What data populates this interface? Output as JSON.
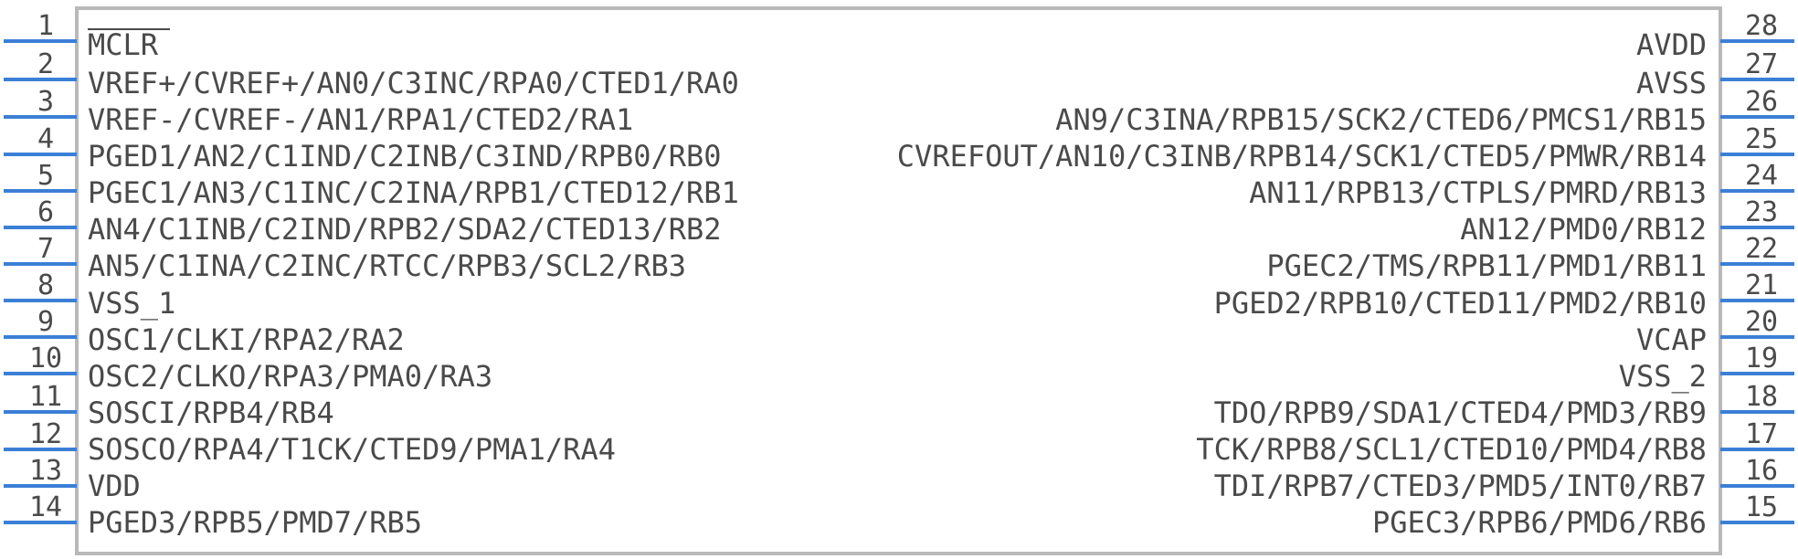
{
  "component": {
    "colors": {
      "pin": "#3b7fd6",
      "body_outline": "#b9b9b9",
      "text": "#4a4a4a",
      "background": "#ffffff"
    },
    "left_pins": [
      {
        "number": "1",
        "name": "MCLR",
        "overbar": true
      },
      {
        "number": "2",
        "name": "VREF+/CVREF+/AN0/C3INC/RPA0/CTED1/RA0"
      },
      {
        "number": "3",
        "name": "VREF-/CVREF-/AN1/RPA1/CTED2/RA1"
      },
      {
        "number": "4",
        "name": "PGED1/AN2/C1IND/C2INB/C3IND/RPB0/RB0"
      },
      {
        "number": "5",
        "name": "PGEC1/AN3/C1INC/C2INA/RPB1/CTED12/RB1"
      },
      {
        "number": "6",
        "name": "AN4/C1INB/C2IND/RPB2/SDA2/CTED13/RB2"
      },
      {
        "number": "7",
        "name": "AN5/C1INA/C2INC/RTCC/RPB3/SCL2/RB3"
      },
      {
        "number": "8",
        "name": "VSS_1"
      },
      {
        "number": "9",
        "name": "OSC1/CLKI/RPA2/RA2"
      },
      {
        "number": "10",
        "name": "OSC2/CLKO/RPA3/PMA0/RA3"
      },
      {
        "number": "11",
        "name": "SOSCI/RPB4/RB4"
      },
      {
        "number": "12",
        "name": "SOSCO/RPA4/T1CK/CTED9/PMA1/RA4"
      },
      {
        "number": "13",
        "name": "VDD"
      },
      {
        "number": "14",
        "name": "PGED3/RPB5/PMD7/RB5"
      }
    ],
    "right_pins": [
      {
        "number": "28",
        "name": "AVDD"
      },
      {
        "number": "27",
        "name": "AVSS"
      },
      {
        "number": "26",
        "name": "AN9/C3INA/RPB15/SCK2/CTED6/PMCS1/RB15"
      },
      {
        "number": "25",
        "name": "CVREFOUT/AN10/C3INB/RPB14/SCK1/CTED5/PMWR/RB14"
      },
      {
        "number": "24",
        "name": "AN11/RPB13/CTPLS/PMRD/RB13"
      },
      {
        "number": "23",
        "name": "AN12/PMD0/RB12"
      },
      {
        "number": "22",
        "name": "PGEC2/TMS/RPB11/PMD1/RB11"
      },
      {
        "number": "21",
        "name": "PGED2/RPB10/CTED11/PMD2/RB10"
      },
      {
        "number": "20",
        "name": "VCAP"
      },
      {
        "number": "19",
        "name": "VSS_2"
      },
      {
        "number": "18",
        "name": "TDO/RPB9/SDA1/CTED4/PMD3/RB9"
      },
      {
        "number": "17",
        "name": "TCK/RPB8/SCL1/CTED10/PMD4/RB8"
      },
      {
        "number": "16",
        "name": "TDI/RPB7/CTED3/PMD5/INT0/RB7"
      },
      {
        "number": "15",
        "name": "PGEC3/RPB6/PMD6/RB6"
      }
    ]
  }
}
